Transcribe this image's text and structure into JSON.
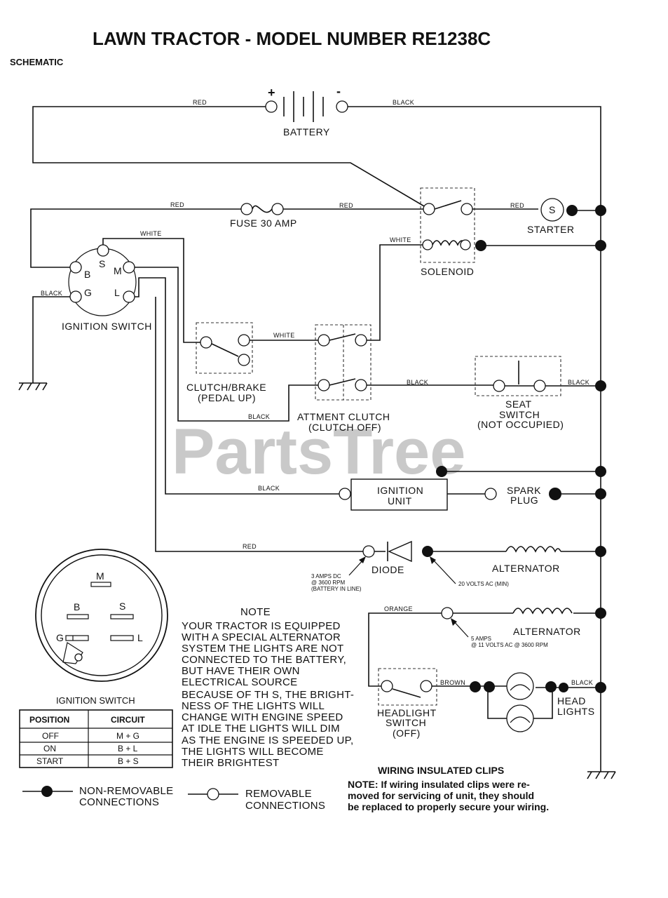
{
  "title": "LAWN TRACTOR - MODEL NUMBER RE1238C",
  "subtitle": "SCHEMATIC",
  "watermark": "PartsTree",
  "wire_colors": {
    "red": "RED",
    "black": "BLACK",
    "white": "WHITE",
    "orange": "ORANGE",
    "brown": "BROWN"
  },
  "components": {
    "battery": "BATTERY",
    "battery_plus": "+",
    "battery_minus": "-",
    "fuse": "FUSE 30 AMP",
    "starter": "STARTER",
    "starter_symbol": "S",
    "solenoid": "SOLENOID",
    "ignition_switch": "IGNITION SWITCH",
    "clutch_brake_1": "CLUTCH/BRAKE",
    "clutch_brake_2": "(PEDAL UP)",
    "attmt_clutch_1": "ATTMENT CLUTCH",
    "attmt_clutch_2": "(CLUTCH OFF)",
    "seat_switch_1": "SEAT",
    "seat_switch_2": "SWITCH",
    "seat_switch_3": "(NOT OCCUPIED)",
    "ignition_unit_1": "IGNITION",
    "ignition_unit_2": "UNIT",
    "spark_plug_1": "SPARK",
    "spark_plug_2": "PLUG",
    "diode": "DIODE",
    "alternator": "ALTERNATOR",
    "headlight_switch_1": "HEADLIGHT",
    "headlight_switch_2": "SWITCH",
    "headlight_switch_3": "(OFF)",
    "head_lights_1": "HEAD",
    "head_lights_2": "LIGHTS"
  },
  "ignition_terminals": {
    "s": "S",
    "b": "B",
    "m": "M",
    "g": "G",
    "l": "L"
  },
  "ratings": {
    "dc_1": "3 AMPS DC",
    "dc_2": "@ 3600 RPM",
    "dc_3": "(BATTERY IN LINE)",
    "ac_20": "20 VOLTS AC (MIN)",
    "lights_1": "5 AMPS",
    "lights_2": "@ 11 VOLTS AC @ 3600 RPM"
  },
  "switch_face": {
    "label": "IGNITION SWITCH",
    "m": "M",
    "b": "B",
    "s": "S",
    "g": "G",
    "l": "L"
  },
  "circuit_table": {
    "headers": [
      "POSITION",
      "CIRCUIT"
    ],
    "rows": [
      [
        "OFF",
        "M + G"
      ],
      [
        "ON",
        "B + L"
      ],
      [
        "START",
        "B + S"
      ]
    ]
  },
  "note": {
    "heading": "NOTE",
    "lines": [
      "YOUR TRACTOR IS EQUIPPED",
      "WITH A SPECIAL ALTERNATOR",
      "SYSTEM   THE LIGHTS ARE NOT",
      "CONNECTED TO  THE BATTERY,",
      "BUT HAVE THEIR OWN",
      "ELECTRICAL SOURCE",
      "BECAUSE OF TH S, THE BRIGHT-",
      "NESS OF THE LIGHTS WILL",
      "CHANGE WITH ENGINE SPEED",
      "AT IDLE THE LIGHTS WILL DIM",
      "AS THE ENGINE IS SPEEDED UP,",
      "THE LIGHTS WILL BECOME",
      "THEIR BRIGHTEST"
    ]
  },
  "clips": {
    "heading": "WIRING INSULATED CLIPS",
    "lines": [
      "NOTE: If wiring insulated clips  were  re-",
      "moved  for servicing  of  unit,  they should",
      "be replaced to properly secure your wiring."
    ]
  },
  "legend": {
    "non_removable_1": "NON-REMOVABLE",
    "non_removable_2": "CONNECTIONS",
    "removable_1": "REMOVABLE",
    "removable_2": "CONNECTIONS"
  }
}
